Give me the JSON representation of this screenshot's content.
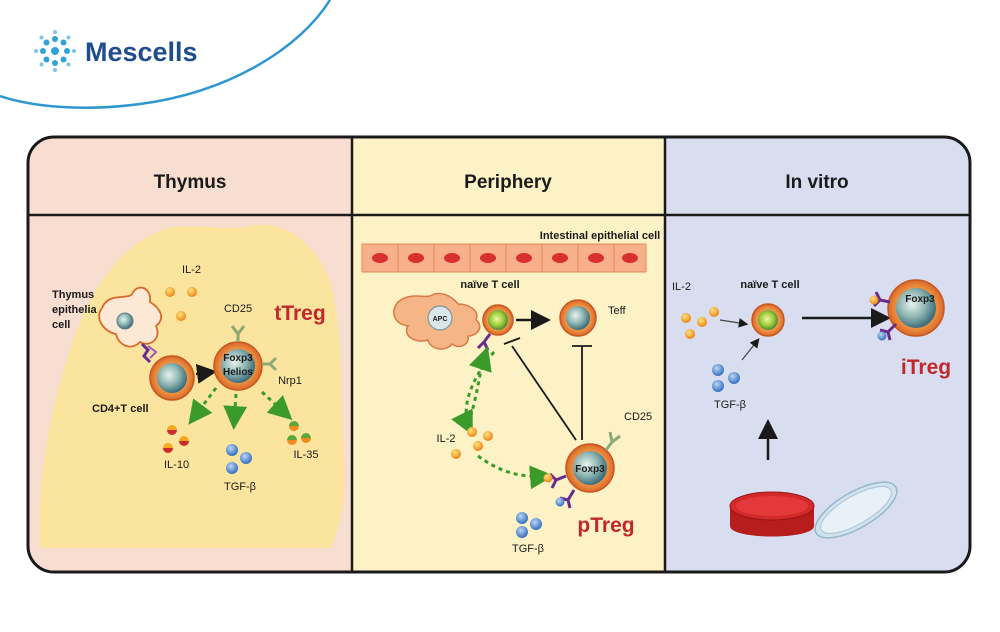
{
  "brand": {
    "name": "Mescells"
  },
  "panels": {
    "thymus": {
      "title": "Thymus",
      "epithelial_label": [
        "Thymus",
        "epithelia",
        "cell"
      ],
      "cd4_label": "CD4+T cell",
      "il2": "IL-2",
      "cd25": "CD25",
      "foxp3": "Foxp3",
      "helios": "Helios",
      "nrp1": "Nrp1",
      "il10": "IL-10",
      "tgfb": "TGF-β",
      "il35": "IL-35",
      "treg": "tTreg"
    },
    "periphery": {
      "title": "Periphery",
      "epithelial": "Intestinal epithelial cell",
      "naive": "naïve T cell",
      "apc": "APC",
      "teff": "Teff",
      "il2": "IL-2",
      "cd25": "CD25",
      "foxp3": "Foxp3",
      "tgfb": "TGF-β",
      "treg": "pTreg"
    },
    "invitro": {
      "title": "In vitro",
      "il2": "IL-2",
      "naive": "naïve T cell",
      "tgfb": "TGF-β",
      "foxp3": "Foxp3",
      "treg": "iTreg"
    }
  },
  "colors": {
    "thymus_bg": "#f8ddd1",
    "periphery_bg": "#fdf2c6",
    "invitro_bg": "#d8def0",
    "thymus_shape": "#fbe49a",
    "accent_red": "#c0282d",
    "brand_blue": "#1f4e8c"
  }
}
